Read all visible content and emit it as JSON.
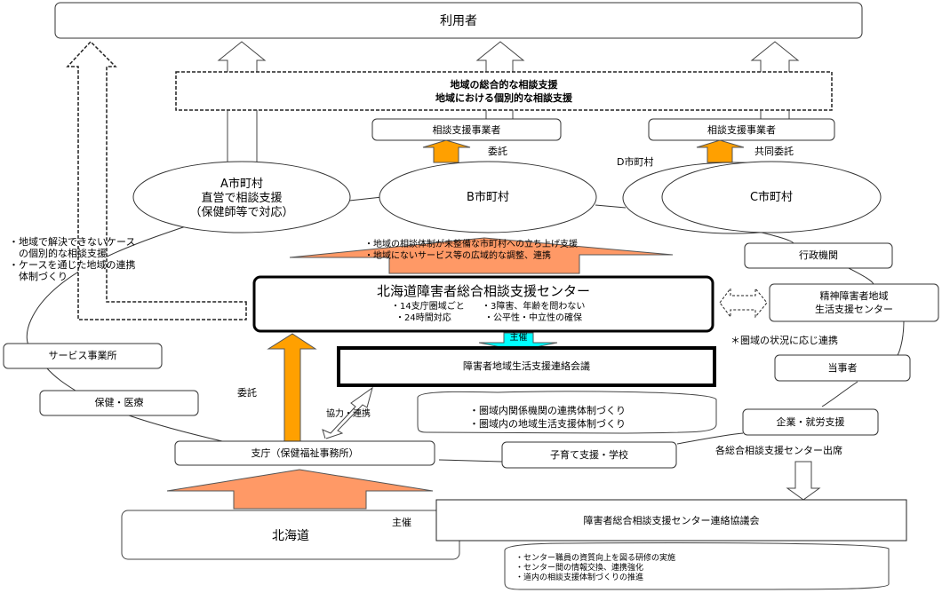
{
  "diagram": {
    "users": "利用者",
    "regional_support": {
      "line1": "地域の総合的な相談支援",
      "line2": "地域における個別的な相談支援"
    },
    "consult_provider_b": "相談支援事業者",
    "consult_provider_c": "相談支援事業者",
    "label_itaku_b": "委託",
    "label_kyodo_itaku": "共同委託",
    "label_d_municipality": "D市町村",
    "municipality_a": {
      "line1": "A市町村",
      "line2": "直営で相談支援",
      "line3": "（保健師等で対応）"
    },
    "municipality_b": "B市町村",
    "municipality_c": "C市町村",
    "left_notes": [
      "・地域で解決できないケース",
      "　の個別的な相談支援",
      "・ケースを通じた地域の連携",
      "　体制づくり"
    ],
    "big_arrow_notes": [
      "・地域の相談体制が未整備な市町村への立ち上げ支援",
      "・地域にないサービス等の広域的な調整、連携"
    ],
    "admin_agency": "行政機関",
    "center": {
      "title": "北海道障害者総合相談支援センター",
      "bullets": [
        "・14支庁圏域ごと",
        "・3障害、年齢を問わない",
        "・24時間対応",
        "・公平性・中立性の確保"
      ]
    },
    "mental_center": {
      "line1": "精神障害者地域",
      "line2": "生活支援センター"
    },
    "mental_center_note": "＊圏域の状況に応じ連携",
    "label_shusai_cyan": "主催",
    "liaison_meeting": "障害者地域生活支援連絡会議",
    "service_office": "サービス事業所",
    "health_medical": "保健・医療",
    "label_itaku_center": "委託",
    "label_cooperation": "協力・連携",
    "liaison_notes": [
      "・圏域内関係機関の連携体制づくり",
      "・圏域内の地域生活支援体制づくり"
    ],
    "party": "当事者",
    "employment": "企業・就労支援",
    "branch_office": "支庁（保健福祉事務所）",
    "childcare_school": "子育て支援・学校",
    "attendance_note": "各総合相談支援センター出席",
    "hokkaido": "北海道",
    "label_shusai_hokkaido": "主催",
    "council": "障害者総合相談支援センター連絡協議会",
    "council_notes": [
      "・センター職員の資質向上を図る研修の実施",
      "・センター間の情報交換、連携強化",
      "・道内の相談支援体制づくりの推進"
    ],
    "colors": {
      "orange": "#FFA000",
      "salmon": "#FF9966",
      "cyan": "#00FFFF",
      "stroke": "#333333"
    }
  }
}
